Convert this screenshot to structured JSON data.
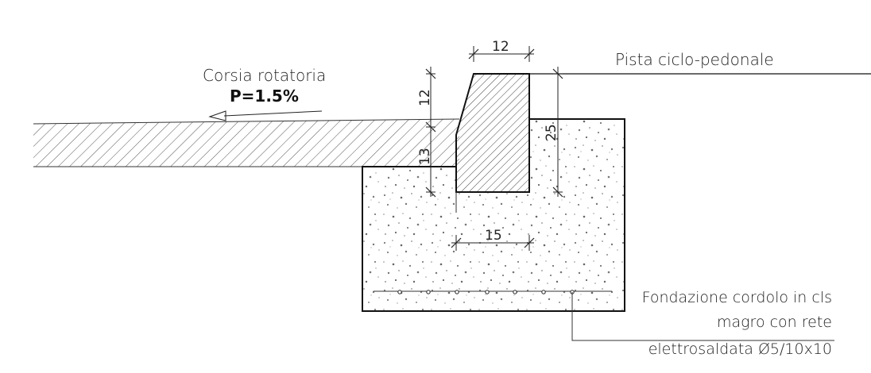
{
  "labels": {
    "lane": "Corsia rotatoria",
    "slope": "P=1.5%",
    "path": "Pista ciclo-pedonale",
    "foundation_line1": "Fondazione cordolo in cls",
    "foundation_line2": "magro con rete",
    "foundation_line3": "elettrosaldata Ø5/10x10"
  },
  "dimensions": {
    "curb_top_width": "12",
    "curb_rise": "12",
    "curb_embed": "13",
    "curb_height": "25",
    "base_width": "15"
  }
}
